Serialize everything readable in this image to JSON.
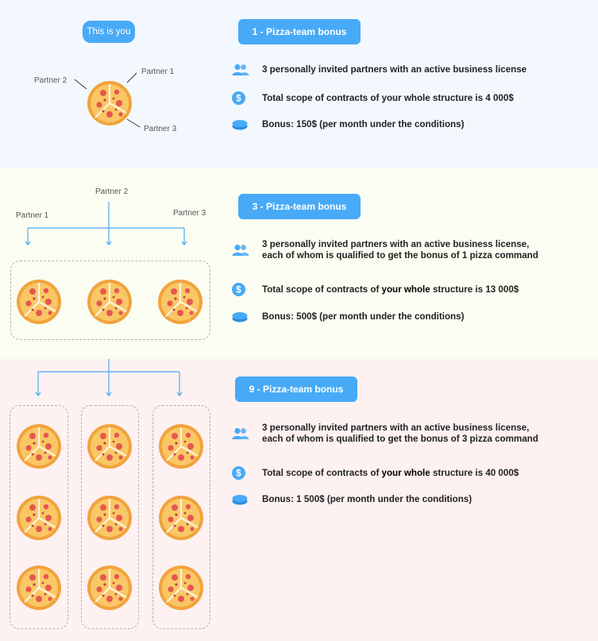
{
  "levels": [
    {
      "title": "1 - Pizza-team bonus",
      "you_label": "This is you",
      "partners": [
        "Partner 1",
        "Partner 2",
        "Partner 3"
      ],
      "rows": [
        {
          "icon": "users-icon",
          "text": "3 personally invited partners with an active business license"
        },
        {
          "icon": "dollar-icon",
          "text_pre": "Total scope of contracts of your whole structure is 4 000$"
        },
        {
          "icon": "coins-icon",
          "text": "Bonus: 150$ (per month under the conditions)"
        }
      ]
    },
    {
      "title": "3 - Pizza-team bonus",
      "partners": [
        "Partner 1",
        "Partner 2",
        "Partner 3"
      ],
      "rows": [
        {
          "icon": "users-icon",
          "line1": "3 personally invited partners with an active business license,",
          "line2": "each of whom is qualified to get the bonus of 1 pizza command"
        },
        {
          "icon": "dollar-icon",
          "text_pre": "Total scope of contracts of ",
          "text_strong": "your whole",
          "text_post": " structure is 13 000$"
        },
        {
          "icon": "coins-icon",
          "text": "Bonus: 500$ (per month under the conditions)"
        }
      ]
    },
    {
      "title": "9 - Pizza-team bonus",
      "rows": [
        {
          "icon": "users-icon",
          "line1": "3 personally invited partners with an active business license,",
          "line2": "each of whom is qualified to get the bonus of 3 pizza command"
        },
        {
          "icon": "dollar-icon",
          "text_pre": "Total scope of contracts of ",
          "text_strong": "your whole",
          "text_post": " structure is 40 000$"
        },
        {
          "icon": "coins-icon",
          "text": "Bonus: 1 500$ (per month under the conditions)"
        }
      ]
    }
  ],
  "colors": {
    "accent": "#48aaf6",
    "pizza_crust": "#f2a23c",
    "pizza_cheese": "#f9c765",
    "pepperoni": "#e6574f"
  }
}
